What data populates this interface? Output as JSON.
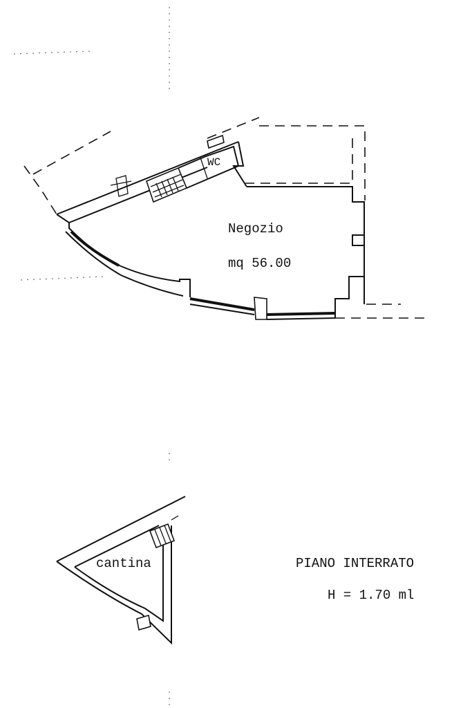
{
  "rooms": {
    "shop_name": "Negozio",
    "shop_area": "mq 56.00",
    "wc": "WC",
    "cellar": "cantina"
  },
  "title": {
    "level": "PIANO INTERRATO",
    "height": "H = 1.70 ml"
  }
}
